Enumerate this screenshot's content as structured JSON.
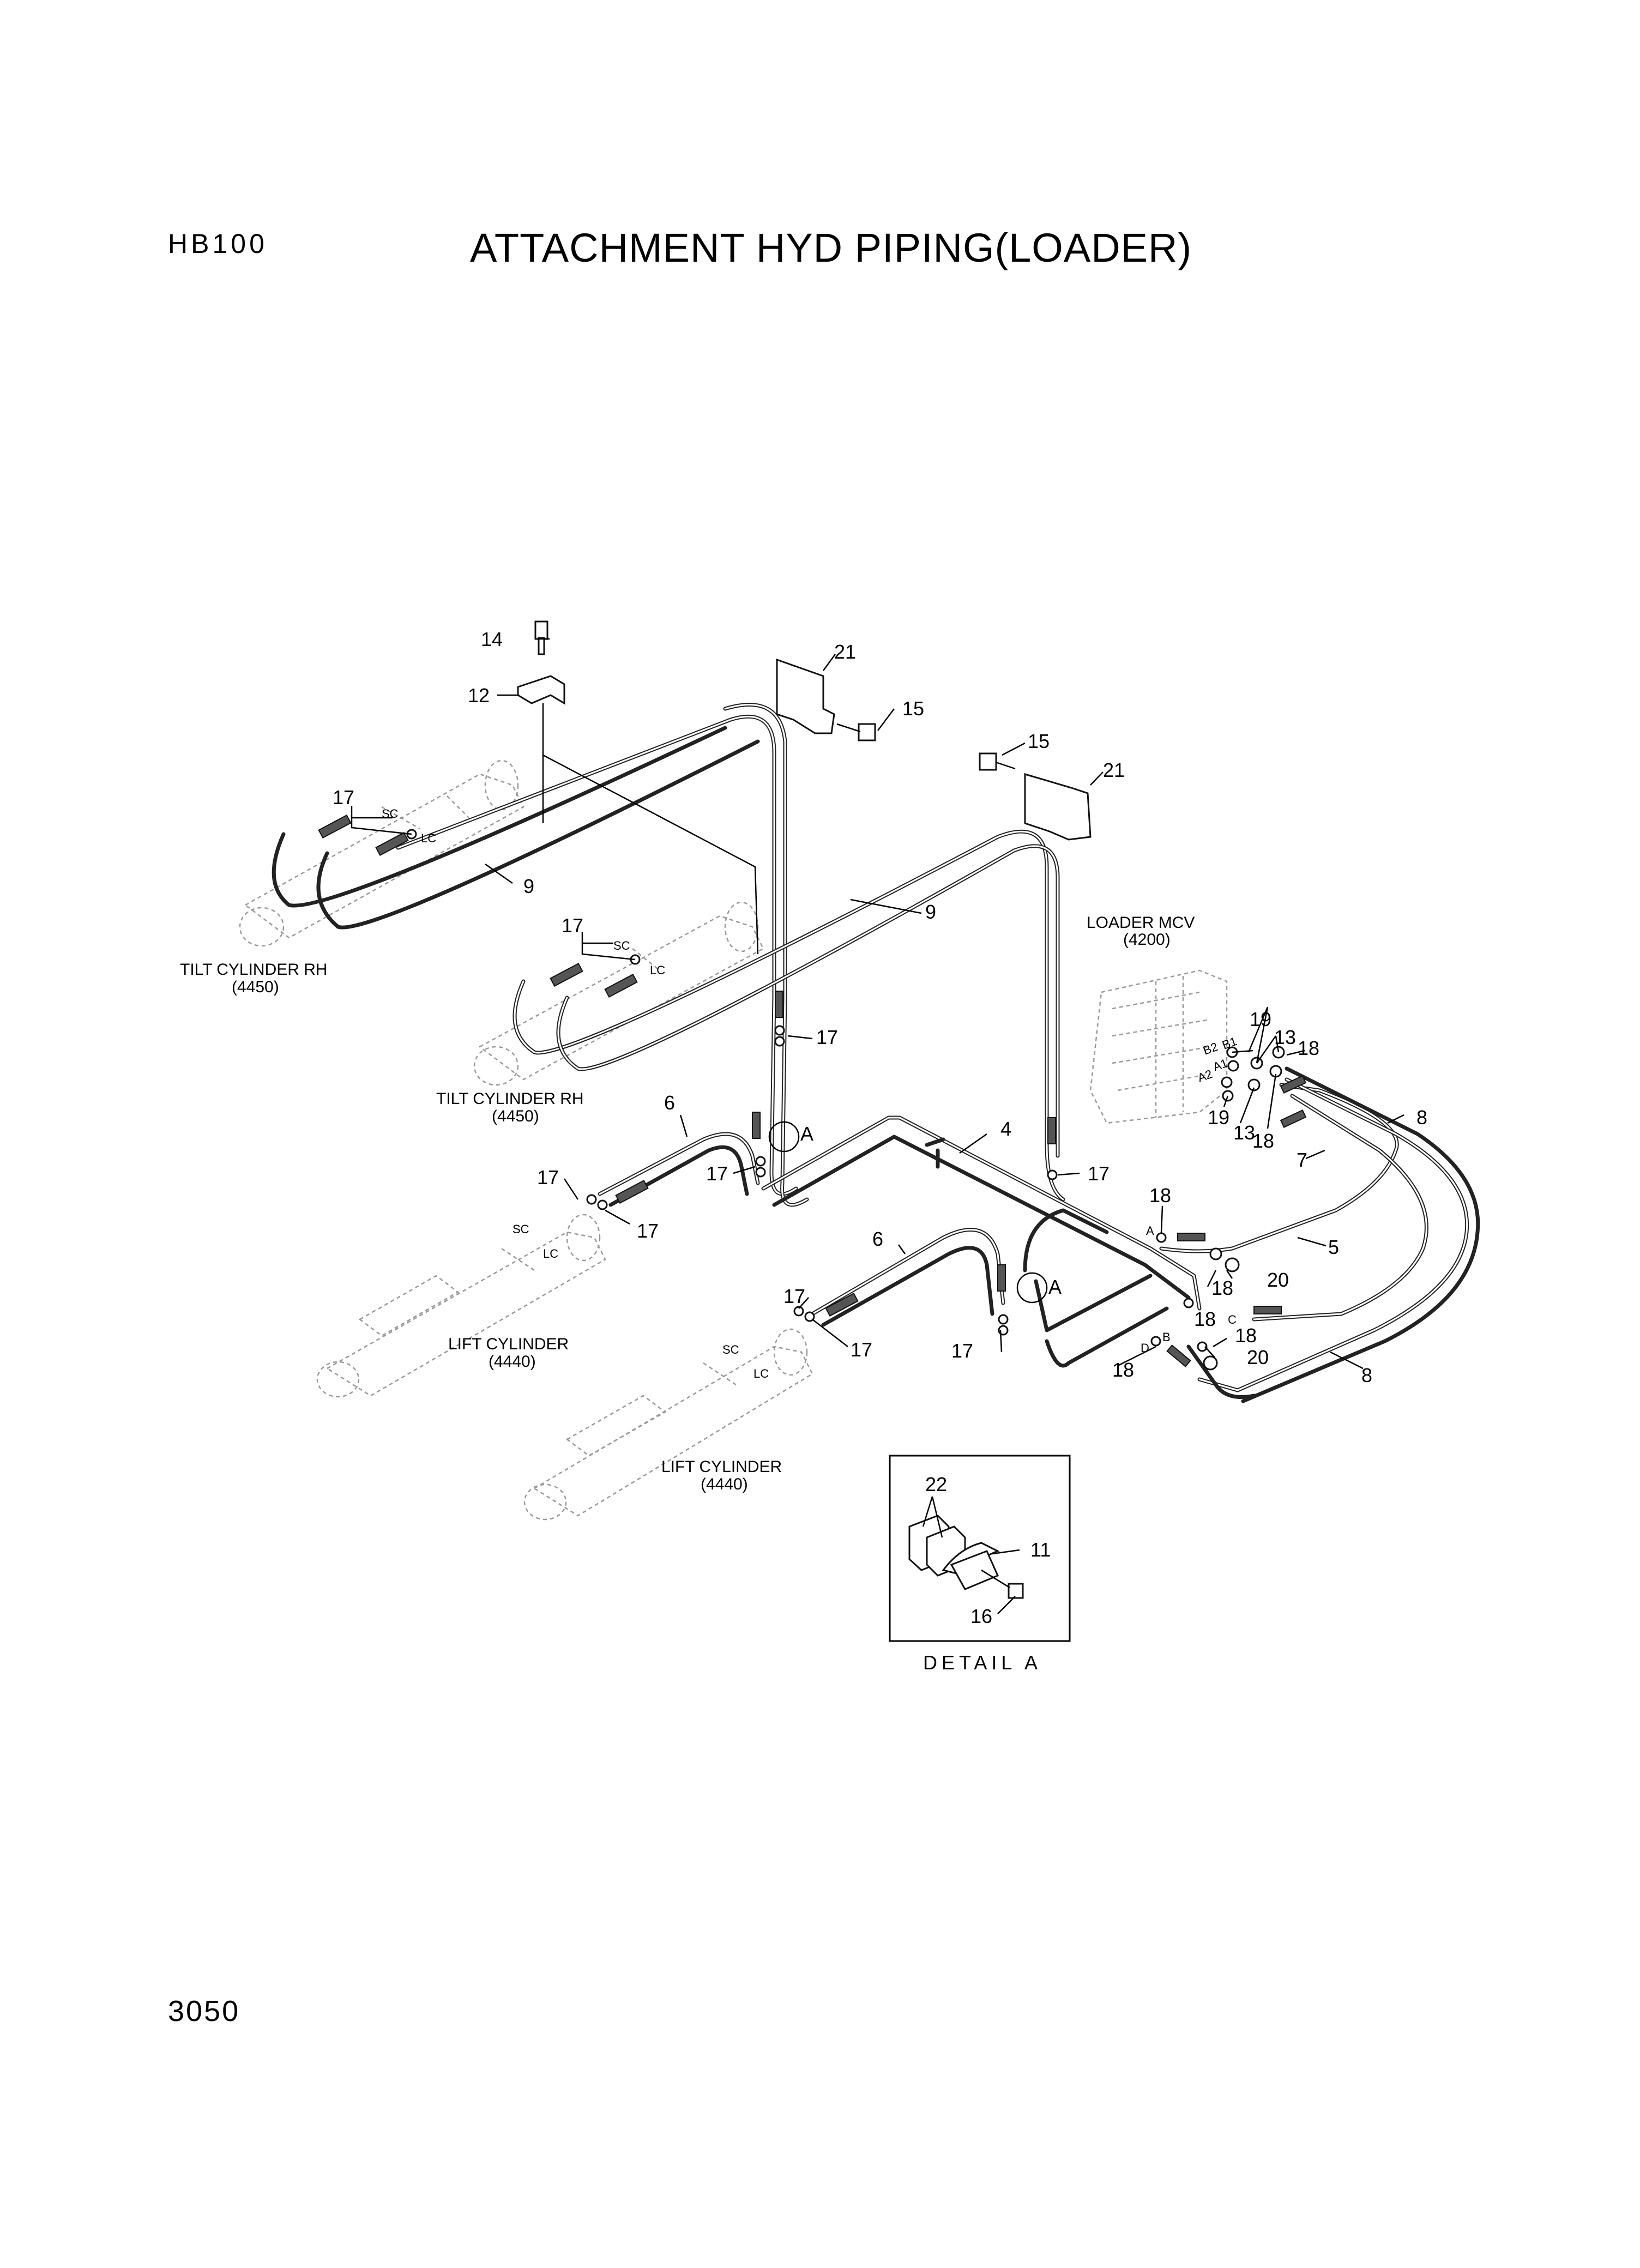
{
  "header": {
    "model": "HB100",
    "title": "ATTACHMENT HYD PIPING(LOADER)"
  },
  "footer": {
    "page_number": "3050"
  },
  "labels": {
    "tilt_cyl_1_name": "TILT CYLINDER RH",
    "tilt_cyl_1_code": "(4450)",
    "tilt_cyl_2_name": "TILT CYLINDER RH",
    "tilt_cyl_2_code": "(4450)",
    "lift_cyl_1_name": "LIFT CYLINDER",
    "lift_cyl_1_code": "(4440)",
    "lift_cyl_2_name": "LIFT CYLINDER",
    "lift_cyl_2_code": "(4440)",
    "mcv_name": "LOADER MCV",
    "mcv_code": "(4200)",
    "detail_title": "DETAIL A",
    "detail_ref": "A",
    "port_sc": "SC",
    "port_lc": "LC",
    "port_a": "A",
    "port_b": "B",
    "port_c": "C",
    "port_d": "D",
    "port_a1": "A1",
    "port_a2": "A2",
    "port_b1": "B1",
    "port_b2": "B2"
  },
  "callouts": {
    "c4": "4",
    "c5": "5",
    "c6": "6",
    "c7": "7",
    "c8": "8",
    "c9": "9",
    "c11": "11",
    "c12": "12",
    "c13": "13",
    "c14": "14",
    "c15": "15",
    "c16": "16",
    "c17": "17",
    "c18": "18",
    "c19": "19",
    "c20": "20",
    "c21": "21",
    "c22": "22"
  }
}
